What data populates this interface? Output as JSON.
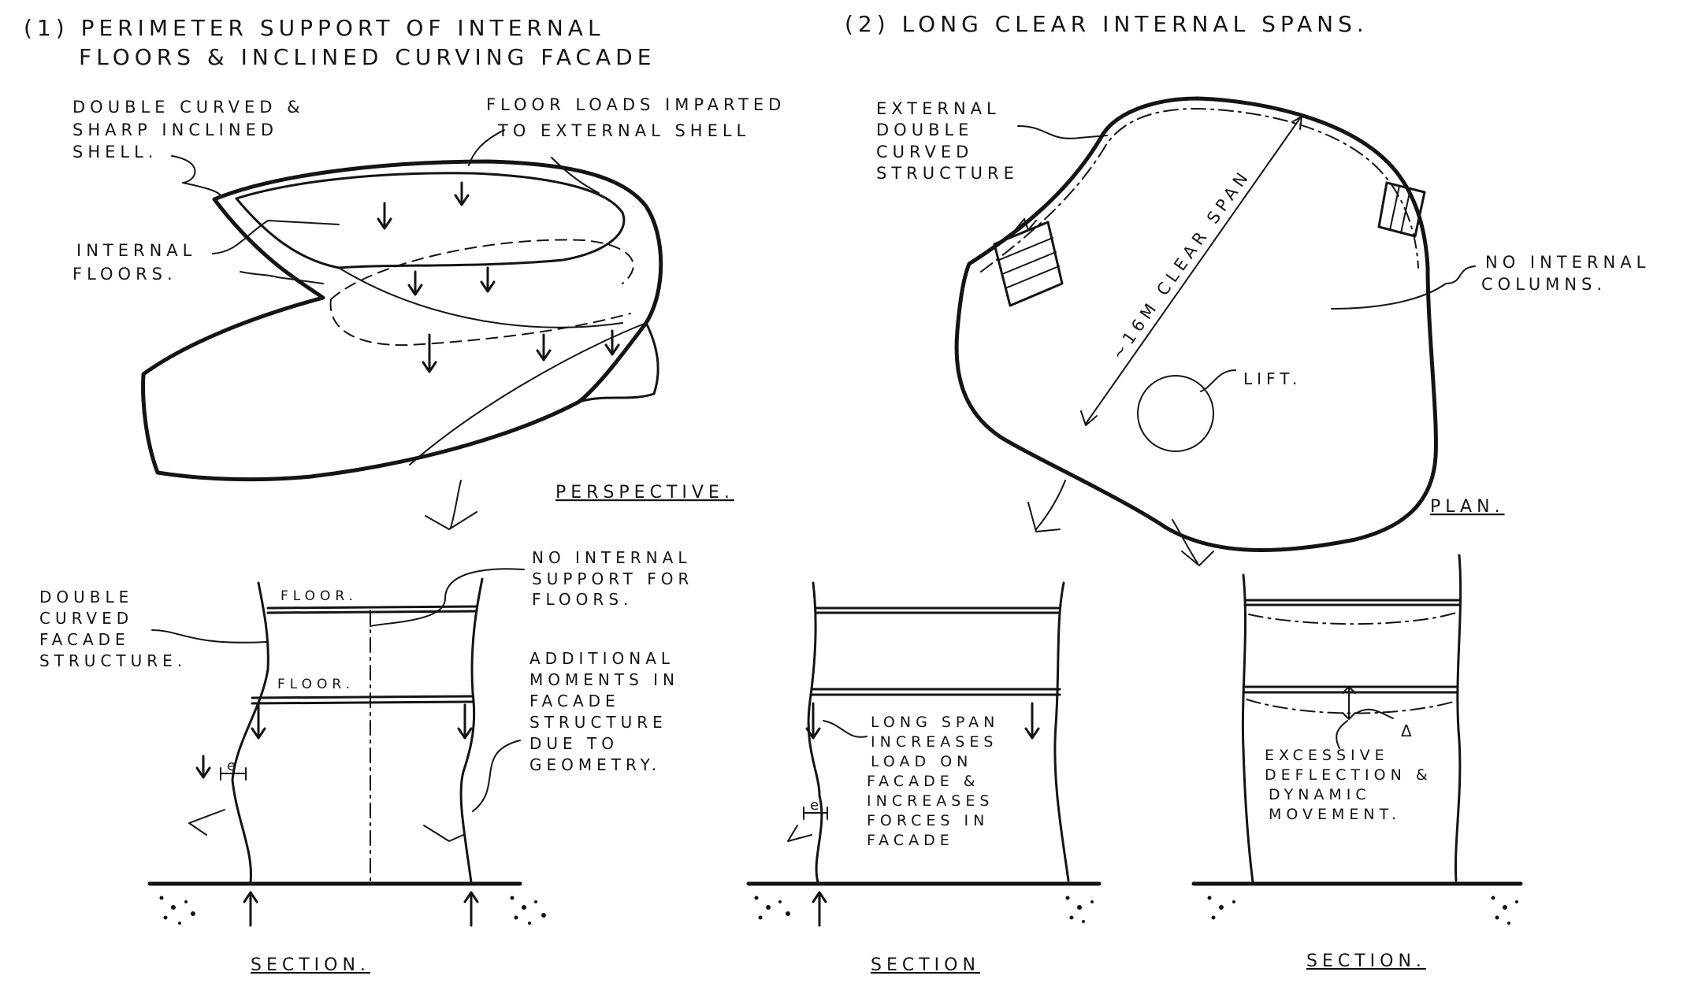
{
  "panel1": {
    "heading": [
      "(1) PERIMETER SUPPORT OF INTERNAL",
      "FLOORS & INCLINED CURVING FACADE"
    ],
    "perspective": {
      "shell_label": [
        "DOUBLE CURVED &",
        "SHARP INCLINED",
        "SHELL."
      ],
      "floor_loads_label": [
        "FLOOR LOADS IMPARTED",
        "TO EXTERNAL SHELL"
      ],
      "internal_floors_label": [
        "INTERNAL",
        "FLOORS."
      ],
      "caption": "PERSPECTIVE."
    },
    "section": {
      "facade_label": [
        "DOUBLE",
        "CURVED",
        "FACADE",
        "STRUCTURE."
      ],
      "no_support_label": [
        "NO INTERNAL",
        "SUPPORT FOR",
        "FLOORS."
      ],
      "floor_upper": "FLOOR.",
      "floor_lower": "FLOOR.",
      "moments_label": [
        "ADDITIONAL",
        "MOMENTS IN",
        "FACADE",
        "STRUCTURE",
        "DUE TO",
        "GEOMETRY."
      ],
      "eccentricity": "e",
      "caption": "SECTION."
    }
  },
  "panel2": {
    "heading": "(2) LONG CLEAR INTERNAL SPANS.",
    "plan": {
      "structure_label": [
        "EXTERNAL",
        "DOUBLE",
        "CURVED",
        "STRUCTURE"
      ],
      "span_label": "~16M CLEAR SPAN",
      "columns_label": [
        "NO INTERNAL",
        "COLUMNS."
      ],
      "lift_label": "LIFT.",
      "caption": "PLAN."
    },
    "section_left": {
      "long_span_label": [
        "LONG SPAN",
        "INCREASES",
        "LOAD ON",
        "FACADE &",
        "INCREASES",
        "FORCES IN",
        "FACADE"
      ],
      "eccentricity": "e",
      "caption": "SECTION"
    },
    "section_right": {
      "deflection_label": [
        "EXCESSIVE",
        "DEFLECTION &",
        "DYNAMIC",
        "MOVEMENT."
      ],
      "delta": "Δ",
      "caption": "SECTION."
    }
  }
}
